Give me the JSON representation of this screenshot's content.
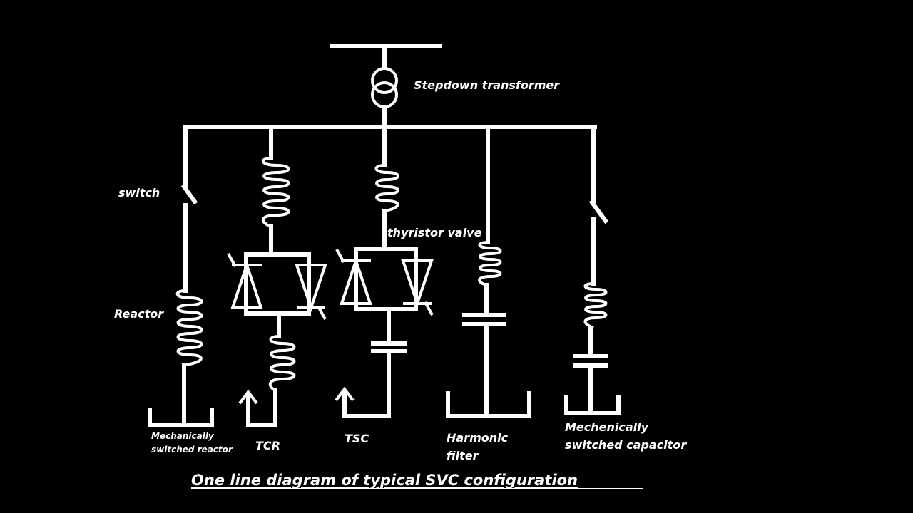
{
  "labels": {
    "transformer": "Stepdown transformer",
    "switch": "switch",
    "thyristor_valve": "thyristor valve",
    "reactor": "Reactor",
    "msr_line1": "Mechanically",
    "msr_line2": "switched reactor",
    "tcr": "TCR",
    "tsc": "TSC",
    "filter_line1": "Harmonic",
    "filter_line2": "filter",
    "msc_line1": "Mechenically",
    "msc_line2": "switched capacitor",
    "caption": "One line diagram of typical SVC configuration"
  },
  "colors": {
    "background": "#000000",
    "foreground": "#ffffff"
  }
}
